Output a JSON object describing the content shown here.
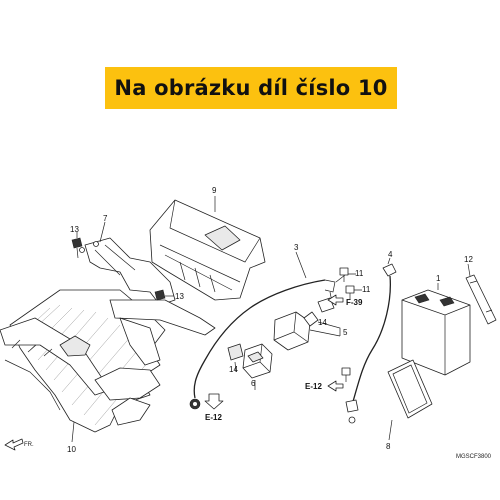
{
  "banner": {
    "text": "Na obrázku díl číslo 10",
    "color": "#fcc10f"
  },
  "callouts": [
    {
      "id": "c1",
      "text": "1"
    },
    {
      "id": "c3",
      "text": "3"
    },
    {
      "id": "c4",
      "text": "4"
    },
    {
      "id": "c5",
      "text": "5"
    },
    {
      "id": "c6",
      "text": "6"
    },
    {
      "id": "c7",
      "text": "7"
    },
    {
      "id": "c8",
      "text": "8"
    },
    {
      "id": "c9",
      "text": "9"
    },
    {
      "id": "c10",
      "text": "10"
    },
    {
      "id": "c11a",
      "text": "11"
    },
    {
      "id": "c11b",
      "text": "11"
    },
    {
      "id": "c12",
      "text": "12"
    },
    {
      "id": "c13a",
      "text": "13"
    },
    {
      "id": "c13b",
      "text": "13"
    },
    {
      "id": "c14a",
      "text": "14"
    },
    {
      "id": "c14b",
      "text": "14"
    }
  ],
  "refs": {
    "f39": "F-39",
    "e12_left": "E-12",
    "e12_right": "E-12",
    "front": "FR."
  },
  "diagram_code": "MGSCF3800"
}
